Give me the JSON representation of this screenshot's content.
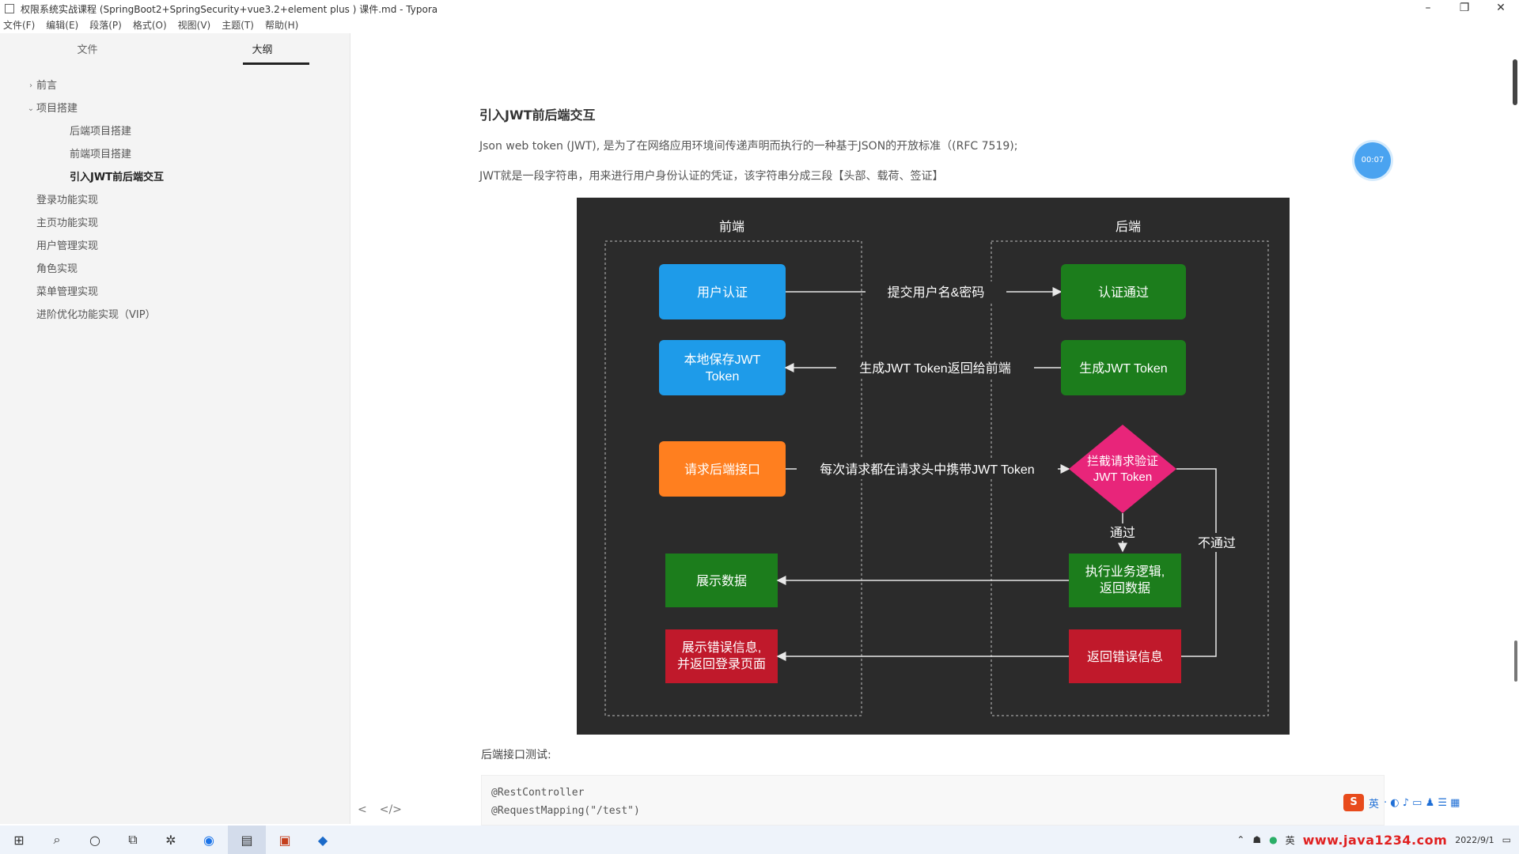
{
  "window": {
    "title": "权限系统实战课程 (SpringBoot2+SpringSecurity+vue3.2+element plus ) 课件.md - Typora"
  },
  "menu": [
    "文件(F)",
    "编辑(E)",
    "段落(P)",
    "格式(O)",
    "视图(V)",
    "主题(T)",
    "帮助(H)"
  ],
  "sidebar": {
    "tabs": [
      "文件",
      "大纲"
    ],
    "outline": [
      {
        "label": "前言",
        "level": 1,
        "toggle": "›"
      },
      {
        "label": "项目搭建",
        "level": 1,
        "toggle": "⌄"
      },
      {
        "label": "后端项目搭建",
        "level": 2
      },
      {
        "label": "前端项目搭建",
        "level": 2
      },
      {
        "label": "引入JWT前后端交互",
        "level": 2,
        "active": true
      },
      {
        "label": "登录功能实现",
        "level": 1
      },
      {
        "label": "主页功能实现",
        "level": 1
      },
      {
        "label": "用户管理实现",
        "level": 1
      },
      {
        "label": "角色实现",
        "level": 1
      },
      {
        "label": "菜单管理实现",
        "level": 1
      },
      {
        "label": "进阶优化功能实现（VIP）",
        "level": 1
      }
    ],
    "footer": [
      "<",
      "</>"
    ]
  },
  "content": {
    "heading": "引入JWT前后端交互",
    "p1": "Json web token (JWT), 是为了在网络应用环境间传递声明而执行的一种基于JSON的开放标准（(RFC 7519);",
    "p2": "JWT就是一段字符串，用来进行用户身份认证的凭证，该字符串分成三段【头部、载荷、签证】",
    "code_label": "后端接口测试:",
    "code_lines": [
      "@RestController",
      "@RequestMapping(\"/test\")"
    ]
  },
  "diagram": {
    "front_title": "前端",
    "back_title": "后端",
    "user_auth": "用户认证",
    "submit": "提交用户名&密码",
    "auth_ok": "认证通过",
    "save_token_1": "本地保存JWT",
    "save_token_2": "Token",
    "gen_token_return": "生成JWT Token返回给前端",
    "gen_token": "生成JWT Token",
    "request_api": "请求后端接口",
    "carry_token": "每次请求都在请求头中携带JWT Token",
    "intercept_1": "拦截请求验证",
    "intercept_2": "JWT Token",
    "pass": "通过",
    "fail": "不通过",
    "show_data": "展示数据",
    "exec_1": "执行业务逻辑,",
    "exec_2": "返回数据",
    "show_err_1": "展示错误信息,",
    "show_err_2": "并返回登录页面",
    "return_err": "返回错误信息",
    "colors": {
      "blue": "#1e9be9",
      "green": "#1c7d1c",
      "orange": "#ff7f1f",
      "pink": "#e8257a",
      "red": "#c0192b",
      "bg": "#2b2b2b"
    }
  },
  "badge": "00:07",
  "ime": {
    "lang": "英",
    "icons": "· ◐ ♪ ▭ ♟ ☰ ▦"
  },
  "taskbar": {
    "icons": [
      "windows-icon",
      "search-icon",
      "cortana-icon",
      "taskview-icon",
      "pinwheel-icon",
      "browser-icon",
      "typora-icon",
      "powerpoint-icon",
      "ide-icon"
    ],
    "tray_lang": "英",
    "watermark": "www.java1234.com",
    "date": "2022/9/1"
  }
}
